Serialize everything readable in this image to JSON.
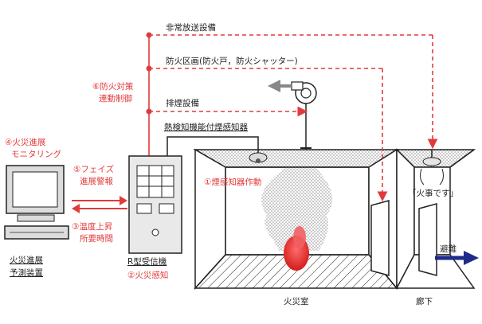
{
  "labels": {
    "emergency_broadcast": "非常放送設備",
    "fire_compartment": "防火区画(防火戸，防火シャッター)",
    "smoke_exhaust": "排煙設備",
    "heat_smoke_detector": "熱検知機能付煙感知器",
    "fire_control_1": "⑥防火対策",
    "fire_control_2": "連動制御",
    "monitoring_1": "④火災進展",
    "monitoring_2": "モニタリング",
    "phase_1": "⑤フェイズ",
    "phase_2": "進展警報",
    "temp_1": "③温度上昇",
    "temp_2": "所要時間",
    "detector_active": "①煙感知器作動",
    "fire_alert": "「火事です」",
    "receiver": "R型受信機",
    "fire_detect": "②火災感知",
    "predictor_1": "火災進展",
    "predictor_2": "予測装置",
    "evacuation": "避難",
    "fire_room": "火災室",
    "corridor": "廊下"
  },
  "colors": {
    "red": "#e23a3a",
    "blue": "#1f2a8a",
    "line": "#222222",
    "gray": "#888888"
  }
}
